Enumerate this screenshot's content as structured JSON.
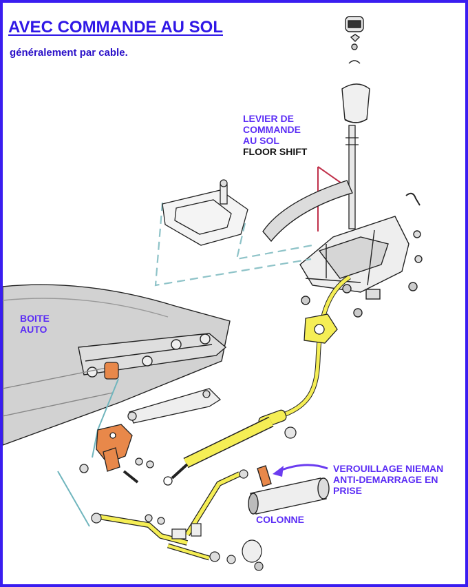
{
  "title": "AVEC COMMANDE AU SOL",
  "subtitle": "généralement par cable.",
  "labels": {
    "lever_fr": [
      "LEVIER DE",
      "COMMANDE",
      "AU SOL"
    ],
    "lever_en": "FLOOR SHIFT",
    "boite": [
      "BOITE",
      "AUTO"
    ],
    "lock": [
      "VEROUILLAGE NIEMAN",
      "ANTI-DEMARRAGE EN",
      "PRISE"
    ],
    "colonne": "COLONNE"
  },
  "colors": {
    "frame": "#3a1df0",
    "title": "#2f17e6",
    "label": "#5b2df5",
    "cable": "#f5ee55",
    "highlight_orange": "#e8884a",
    "leader_red": "#c0304a",
    "dashed_cyan": "#8ec3c8",
    "arrow": "#6b3cf0"
  }
}
